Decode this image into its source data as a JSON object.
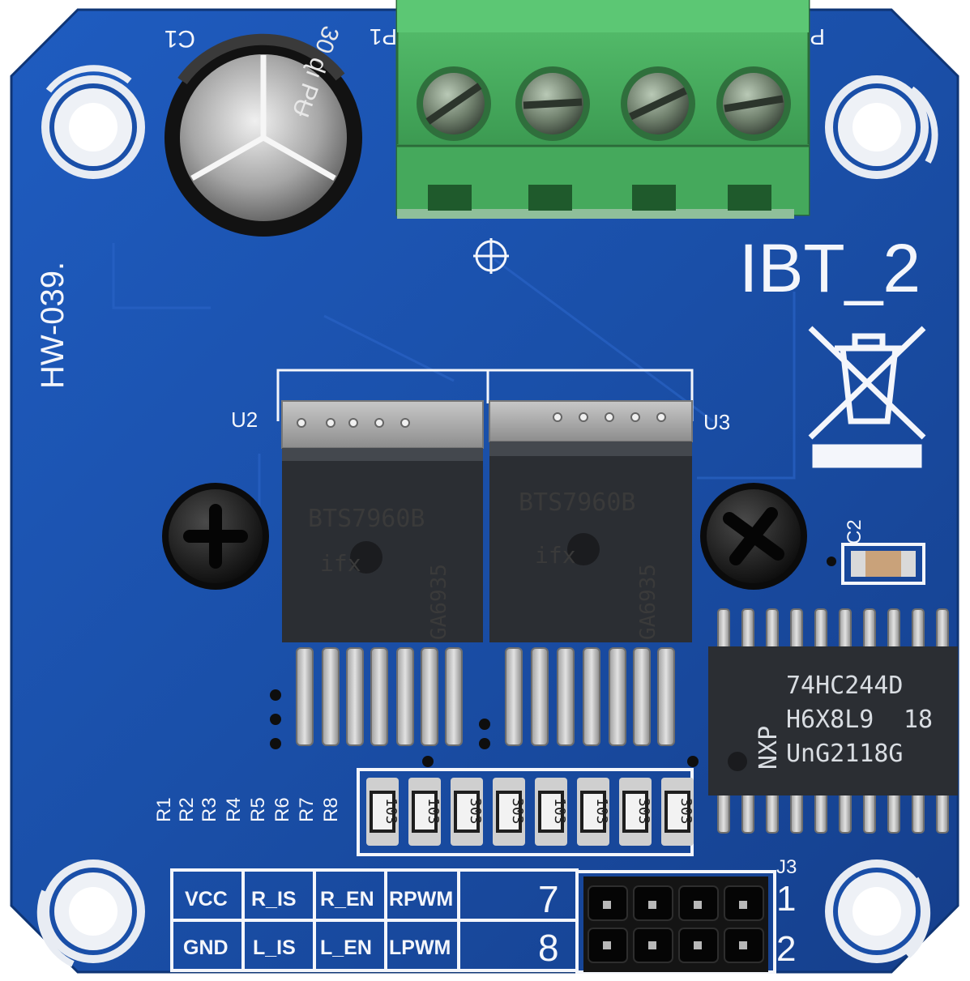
{
  "board": {
    "model_label": "IBT_2",
    "vertical_label": "HW-039.",
    "silk_c1": "C1",
    "silk_p1_left": "P1",
    "silk_p1_right": "P",
    "silk_u2": "U2",
    "silk_u3": "U3",
    "silk_c2": "C2",
    "silk_j3": "J3"
  },
  "capacitor": {
    "marking": "30 ɖı PɄ"
  },
  "drivers": [
    {
      "marking_top": "BTS7960B",
      "marking_bottom": "GA6935",
      "logo": "ifx"
    },
    {
      "marking_top": "BTS7960B",
      "marking_bottom": "GA6935",
      "logo": "ifx"
    }
  ],
  "logic_ic": {
    "brand": "NXP",
    "line1": "74HC244D",
    "line2": "H6X8L9",
    "line2_suffix": "18",
    "line3": "UnG2118G"
  },
  "resistors": {
    "designators": [
      "R1",
      "R2",
      "R3",
      "R4",
      "R5",
      "R6",
      "R7",
      "R8"
    ],
    "markings": [
      "103",
      "103",
      "303",
      "303",
      "103",
      "103",
      "303",
      "303"
    ]
  },
  "pin_table": {
    "row1": [
      "VCC",
      "R_IS",
      "R_EN",
      "RPWM"
    ],
    "row2": [
      "GND",
      "L_IS",
      "L_EN",
      "LPWM"
    ],
    "row1_pin": "7",
    "row2_pin": "8",
    "header_pin_top": "1",
    "header_pin_bottom": "2"
  },
  "colors": {
    "pcb": "#1a4fa8",
    "silkscreen": "#f4f6fb",
    "terminal": "#45a95c",
    "ic_body": "#2b2e33"
  }
}
